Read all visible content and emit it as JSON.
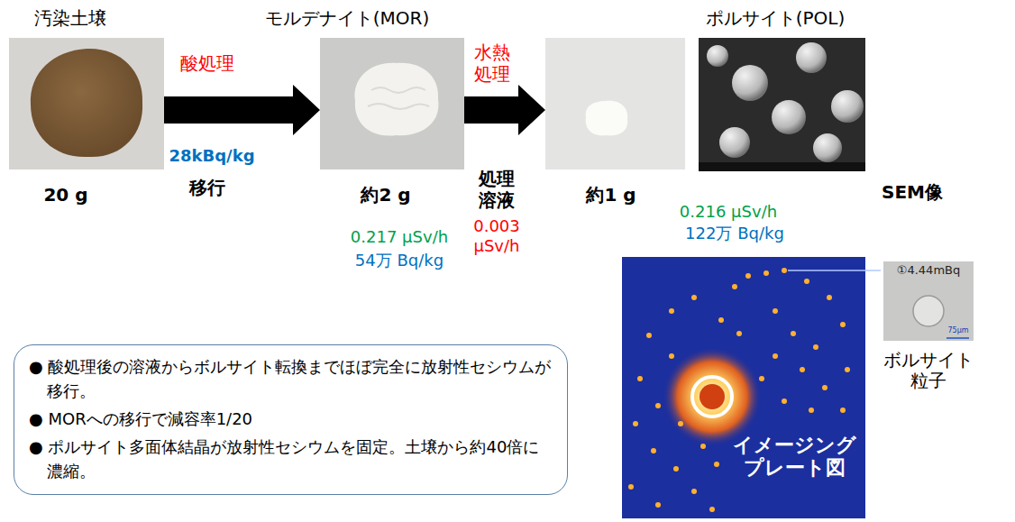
{
  "diagram": {
    "nodes": [
      {
        "text": [
          "汚染土壌",
          "20 g"
        ]
      },
      {
        "text": [
          "モルデナイト(MOR)",
          "約2 g"
        ]
      },
      {
        "text": [
          "ポルサイト(POL)",
          "約1 g"
        ]
      },
      {
        "text": [
          "SEM像"
        ]
      },
      {
        "text": [
          "● 酸処理後の溶液からボルサイト転換までほぼ完全に放射性セシウムが移行。",
          "● MORへの移行で減容率1/20",
          "● ポルサイト多面体結晶が放射性セシウムを固定。土壌から約40倍に濃縮。"
        ]
      },
      {
        "text": [
          "イメージング プレート図"
        ]
      },
      {
        "text": [
          "①4.44mBq",
          "ボルサイト 粒子"
        ]
      }
    ],
    "edges": [
      {
        "from": 0,
        "to": 1,
        "arrow": "to",
        "label": "酸処理"
      },
      {
        "from": 1,
        "to": 2,
        "arrow": "to",
        "label": "水熱 処理"
      }
    ],
    "labels": [
      "28kBq/kg",
      "移行",
      "0.217 μSv/h",
      "54万 Bq/kg",
      "処理 溶液",
      "0.003 μSv/h",
      "0.216 μSv/h",
      "122万 Bq/kg",
      "75μm"
    ]
  }
}
